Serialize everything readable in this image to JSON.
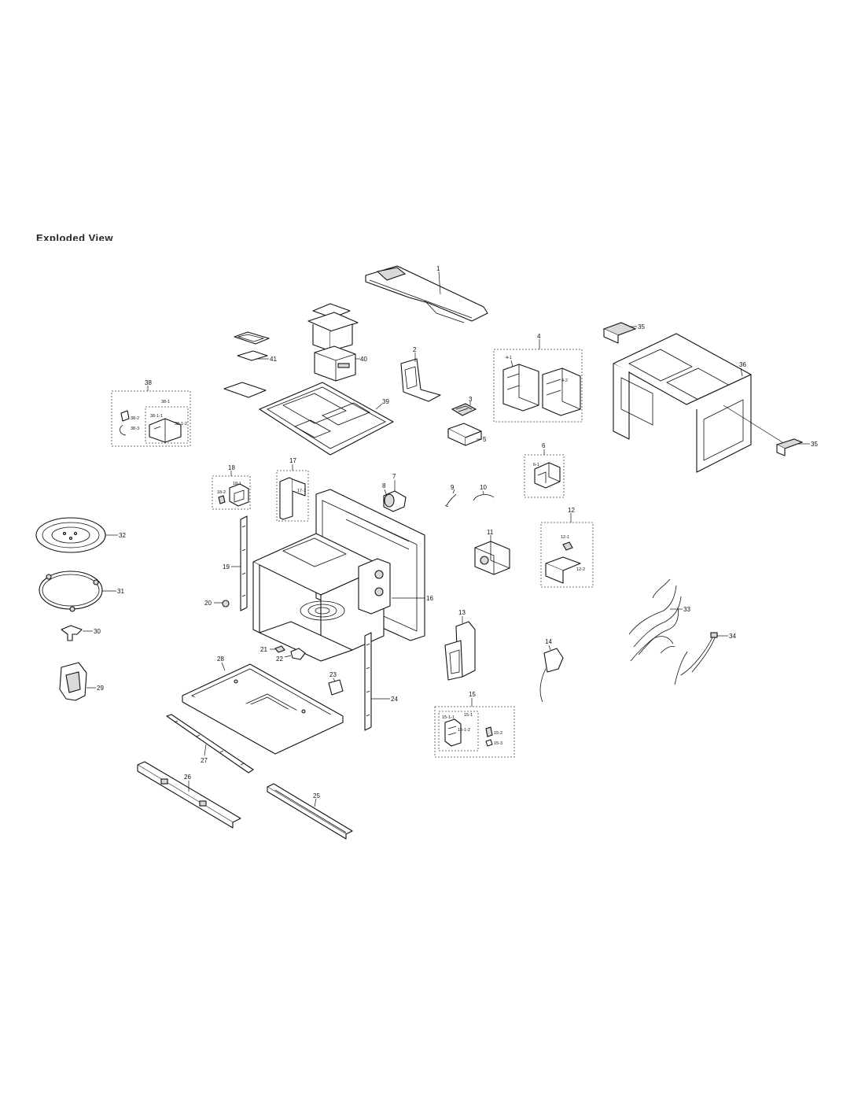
{
  "page": {
    "heading": "Exploded View"
  },
  "callouts": {
    "p1": "1",
    "p2": "2",
    "p3": "3",
    "p4": "4",
    "p4_1": "4-1",
    "p4_2": "4-2",
    "p5": "5",
    "p6": "6",
    "p6_1": "6-1",
    "p7": "7",
    "p8": "8",
    "p9": "9",
    "p10": "10",
    "p11": "11",
    "p12": "12",
    "p12_1": "12-1",
    "p12_2": "12-2",
    "p13": "13",
    "p14": "14",
    "p15": "15",
    "p15_1": "15-1",
    "p15_1_1": "15-1-1",
    "p15_1_2": "15-1-2",
    "p15_2": "15-2",
    "p15_3": "15-3",
    "p16": "16",
    "p17": "17",
    "p17_1": "17-1",
    "p18": "18",
    "p18_1": "18-1",
    "p18_2": "18-2",
    "p19": "19",
    "p20": "20",
    "p21": "21",
    "p22": "22",
    "p23": "23",
    "p24": "24",
    "p25": "25",
    "p26": "26",
    "p27": "27",
    "p28": "28",
    "p29": "29",
    "p30": "30",
    "p31": "31",
    "p32": "32",
    "p33": "33",
    "p34": "34",
    "p35a": "35",
    "p35b": "35",
    "p36": "36",
    "p38": "38",
    "p38_1": "38-1",
    "p38_1_1": "38-1-1",
    "p38_1_2": "38-1-2",
    "p38_2": "38-2",
    "p38_3": "38-3",
    "p39": "39",
    "p40": "40",
    "p41": "41"
  }
}
